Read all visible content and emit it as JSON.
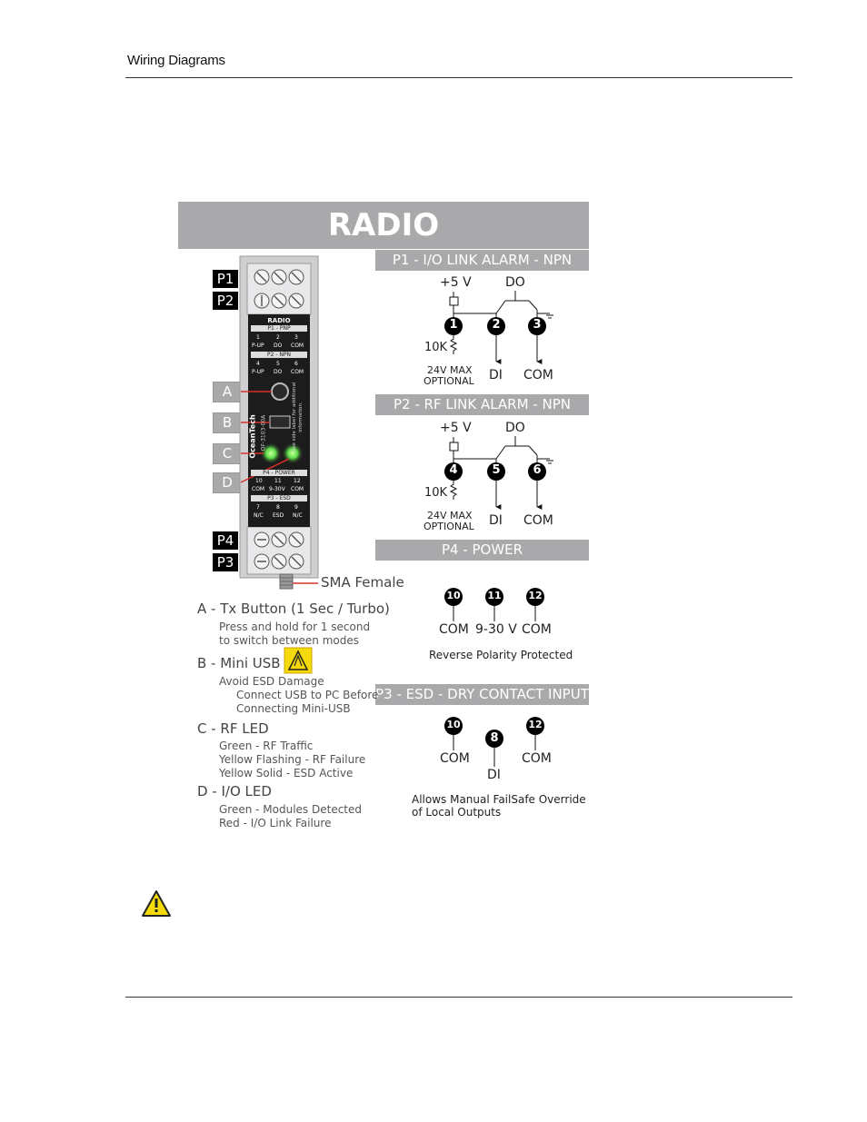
{
  "header": {
    "title": "Wiring Diagrams"
  },
  "banner": {
    "title": "RADIO"
  },
  "ports_left": [
    "P1",
    "P2",
    "P4",
    "P3"
  ],
  "device": {
    "label_radio": "RADIO",
    "label_p1": "P1 - PNP",
    "label_p2": "P2 - NPN",
    "label_p4": "P4 - POWER",
    "label_p3": "P3 - ESD",
    "row1": [
      "1",
      "2",
      "3"
    ],
    "row1_labels": [
      "P-UP",
      "DO",
      "COM"
    ],
    "row2": [
      "4",
      "5",
      "6"
    ],
    "row2_labels": [
      "P-UP",
      "DO",
      "COM"
    ],
    "row3": [
      "10",
      "11",
      "12"
    ],
    "row3_labels": [
      "COM",
      "9-30V",
      "COM"
    ],
    "row4": [
      "7",
      "8",
      "9"
    ],
    "row4_labels": [
      "N/C",
      "ESD",
      "N/C"
    ],
    "brand": "OceanTech",
    "part": "OF-3103-00A",
    "side_note": "See side label for additional information."
  },
  "callouts": [
    "A",
    "B",
    "C",
    "D"
  ],
  "sma_label": "SMA Female",
  "legend": {
    "a_title": "A - Tx Button (1 Sec / Turbo)",
    "a_line1": "Press and hold for 1 second",
    "a_line2": "to switch between modes",
    "b_title": "B - Mini USB",
    "b_line1": "Avoid ESD Damage",
    "b_line2": "Connect USB to PC Before",
    "b_line3": "Connecting Mini-USB",
    "c_title": "C - RF LED",
    "c_line1": "Green - RF Traffic",
    "c_line2": "Yellow Flashing - RF Failure",
    "c_line3": "Yellow Solid - ESD Active",
    "d_title": "D - I/O LED",
    "d_line1": "Green - Modules Detected",
    "d_line2": "Red - I/O Link Failure"
  },
  "p1": {
    "title": "P1 - I/O LINK ALARM - NPN",
    "v5": "+5 V",
    "do": "DO",
    "pins": [
      "1",
      "2",
      "3"
    ],
    "r": "10K",
    "opt1": "24V MAX",
    "opt2": "OPTIONAL",
    "di": "DI",
    "com": "COM"
  },
  "p2": {
    "title": "P2 - RF LINK ALARM - NPN",
    "v5": "+5 V",
    "do": "DO",
    "pins": [
      "4",
      "5",
      "6"
    ],
    "r": "10K",
    "opt1": "24V MAX",
    "opt2": "OPTIONAL",
    "di": "DI",
    "com": "COM"
  },
  "p4": {
    "title": "P4 - POWER",
    "pins": [
      "10",
      "11",
      "12"
    ],
    "labels": [
      "COM",
      "9-30 V",
      "COM"
    ],
    "note": "Reverse Polarity Protected"
  },
  "p3": {
    "title": "P3 - ESD - DRY CONTACT INPUT",
    "pins": [
      "10",
      "8",
      "12"
    ],
    "labels": [
      "COM",
      "DI",
      "COM"
    ],
    "note1": "Allows Manual FailSafe Override",
    "note2": "of Local Outputs"
  },
  "colors": {
    "banner": "#a9a9ab",
    "device_body": "#1c1c1c",
    "led_green": "#5fdc4a",
    "callout_line": "#d8302a",
    "warning": "#f5d90a"
  }
}
